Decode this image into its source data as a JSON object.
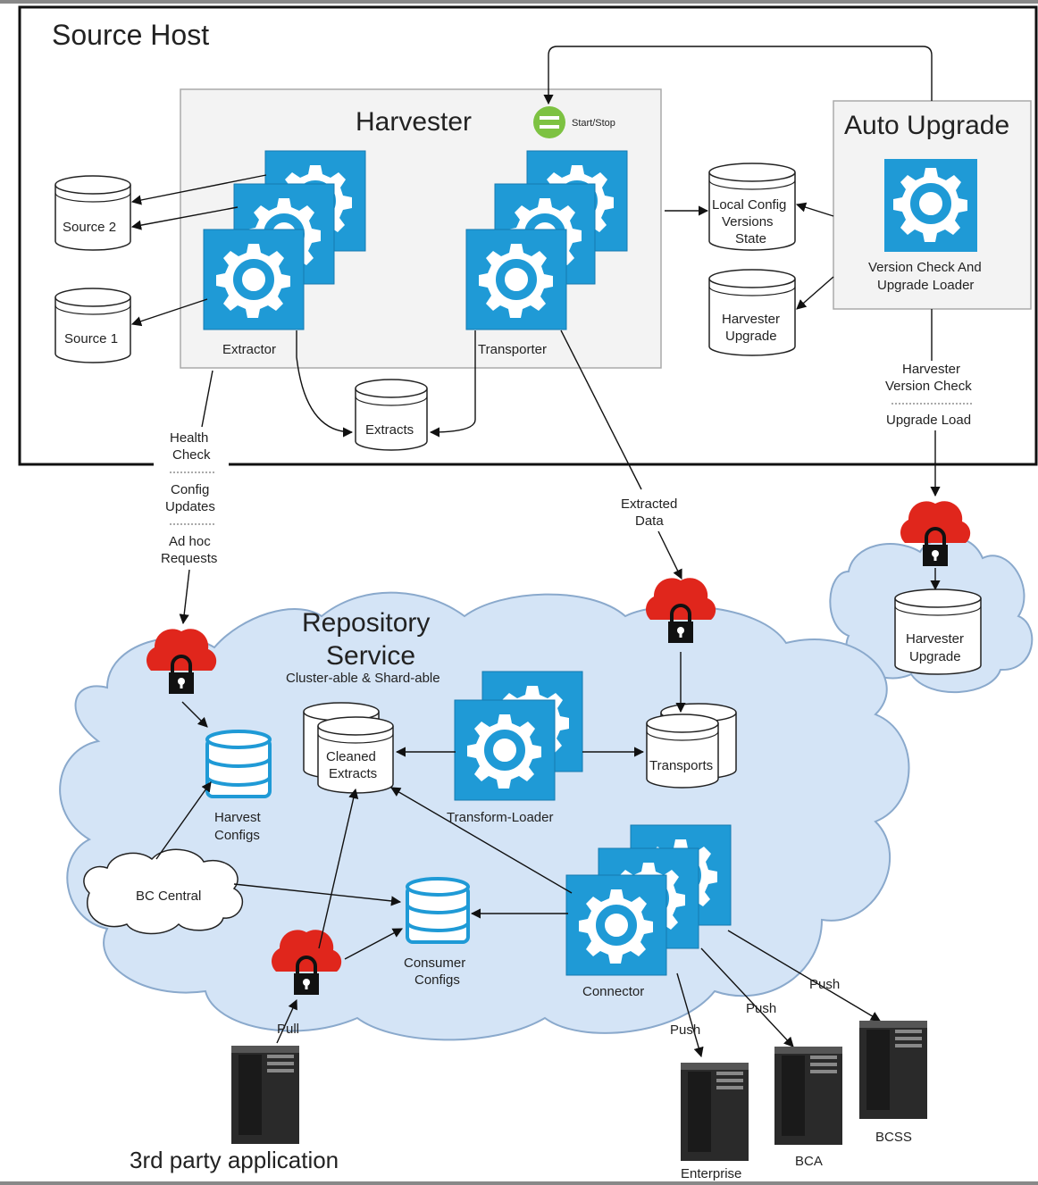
{
  "source_host": {
    "title": "Source Host",
    "harvester": {
      "title": "Harvester",
      "start_stop": "Start/Stop",
      "extractor": "Extractor",
      "transporter": "Transporter"
    },
    "auto_upgrade": {
      "title": "Auto Upgrade",
      "loader_line1": "Version Check And",
      "loader_line2": "Upgrade Loader"
    },
    "source2": "Source 2",
    "source1": "Source 1",
    "extracts": "Extracts",
    "local_config": [
      "Local Config",
      "Versions",
      "State"
    ],
    "harvester_upgrade": [
      "Harvester",
      "Upgrade"
    ]
  },
  "links": {
    "health_check": [
      "Health",
      "Check"
    ],
    "config_updates": [
      "Config",
      "Updates"
    ],
    "adhoc_requests": [
      "Ad hoc",
      "Requests"
    ],
    "extracted_data": [
      "Extracted",
      "Data"
    ],
    "harvester_version_check": [
      "Harvester",
      "Version Check"
    ],
    "upgrade_load": "Upgrade Load",
    "pull": "Pull",
    "push": "Push"
  },
  "repository": {
    "title_line1": "Repository",
    "title_line2": "Service",
    "subtitle": "Cluster-able & Shard-able",
    "cleaned_extracts": [
      "Cleaned",
      "Extracts"
    ],
    "transform_loader": "Transform-Loader",
    "transports": "Transports",
    "harvest_configs": [
      "Harvest",
      "Configs"
    ],
    "bc_central": "BC Central",
    "consumer_configs": [
      "Consumer",
      "Configs"
    ],
    "connector": "Connector"
  },
  "upgrade_cloud": {
    "harvester_upgrade": [
      "Harvester",
      "Upgrade"
    ]
  },
  "servers": {
    "third_party": "3rd party application",
    "enterprise": "Enterprise",
    "bca": "BCA",
    "bcss": "BCSS"
  },
  "colors": {
    "gear_blue": "#1f9ad6",
    "cloud_fill": "#d4e4f6",
    "cloud_stroke": "#8aa9cc",
    "lock_red": "#e0261c",
    "start_green": "#7dc242",
    "panel_fill": "#f3f3f3"
  }
}
